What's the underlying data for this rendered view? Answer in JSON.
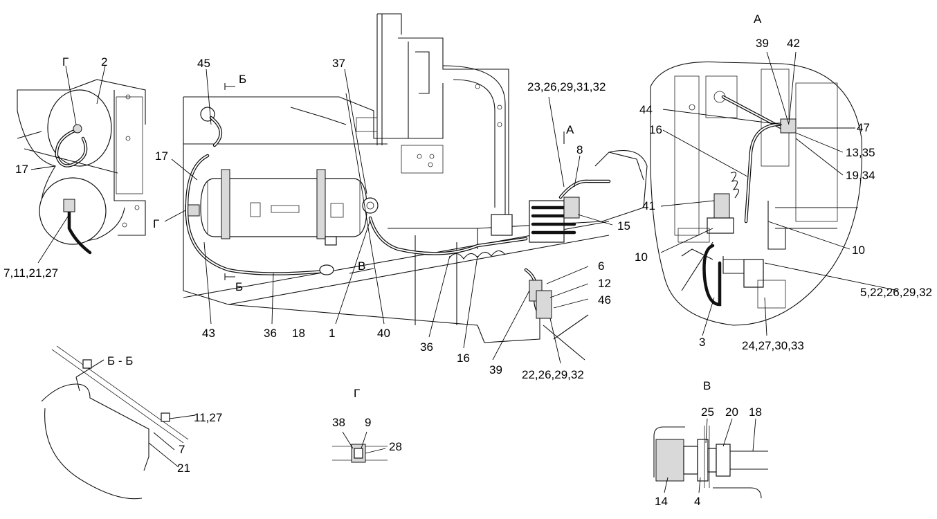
{
  "views": {
    "a": {
      "title": "А"
    },
    "bb": {
      "title": "Б - Б"
    },
    "g": {
      "title": "Г"
    },
    "v": {
      "title": "В"
    }
  },
  "main_view": {
    "section_b": "Б",
    "arrow_a": "А",
    "arrow_v": "В",
    "g_mark": "Г"
  },
  "labels": {
    "left_g": "Г",
    "left_2": "2",
    "left_17": "17",
    "left_7_11_21_27": "7,11,21,27",
    "m_45": "45",
    "m_37": "37",
    "m_23": "23,26,29,31,32",
    "m_8": "8",
    "m_17": "17",
    "m_15": "15",
    "m_6": "6",
    "m_12": "12",
    "m_46": "46",
    "m_43": "43",
    "m_36a": "36",
    "m_18": "18",
    "m_1": "1",
    "m_40": "40",
    "m_36b": "36",
    "m_16": "16",
    "m_39": "39",
    "m_22": "22,26,29,32",
    "a_39": "39",
    "a_42": "42",
    "a_44": "44",
    "a_47": "47",
    "a_16": "16",
    "a_13_35": "13,35",
    "a_19_34": "19,34",
    "a_41": "41",
    "a_10a": "10",
    "a_10b": "10",
    "a_5": "5,22,26,29,32",
    "a_3": "3",
    "a_24": "24,27,30,33",
    "bb_11_27": "11,27",
    "bb_7": "7",
    "bb_21": "21",
    "g_38": "38",
    "g_9": "9",
    "g_28": "28",
    "v_25": "25",
    "v_20": "20",
    "v_18": "18",
    "v_14": "14",
    "v_4": "4"
  }
}
